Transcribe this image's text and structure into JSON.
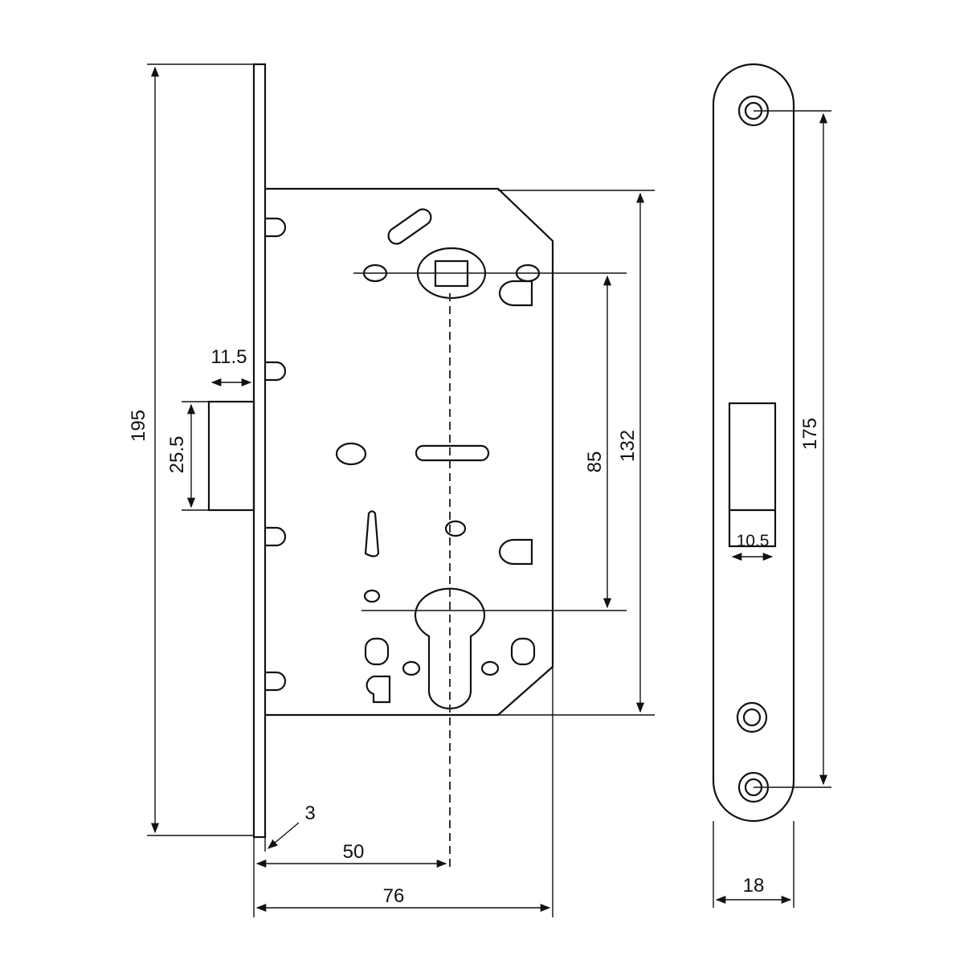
{
  "dimensions": {
    "overall_height": "195",
    "latch_offset": "11.5",
    "latch_height": "25.5",
    "center_distance": "85",
    "body_height": "132",
    "faceplate_thickness": "3",
    "backset": "50",
    "body_depth": "76",
    "strike_hole_distance": "175",
    "strike_window_width": "10.5",
    "strike_width": "18"
  },
  "colors": {
    "line": "#111111",
    "background": "#ffffff"
  }
}
